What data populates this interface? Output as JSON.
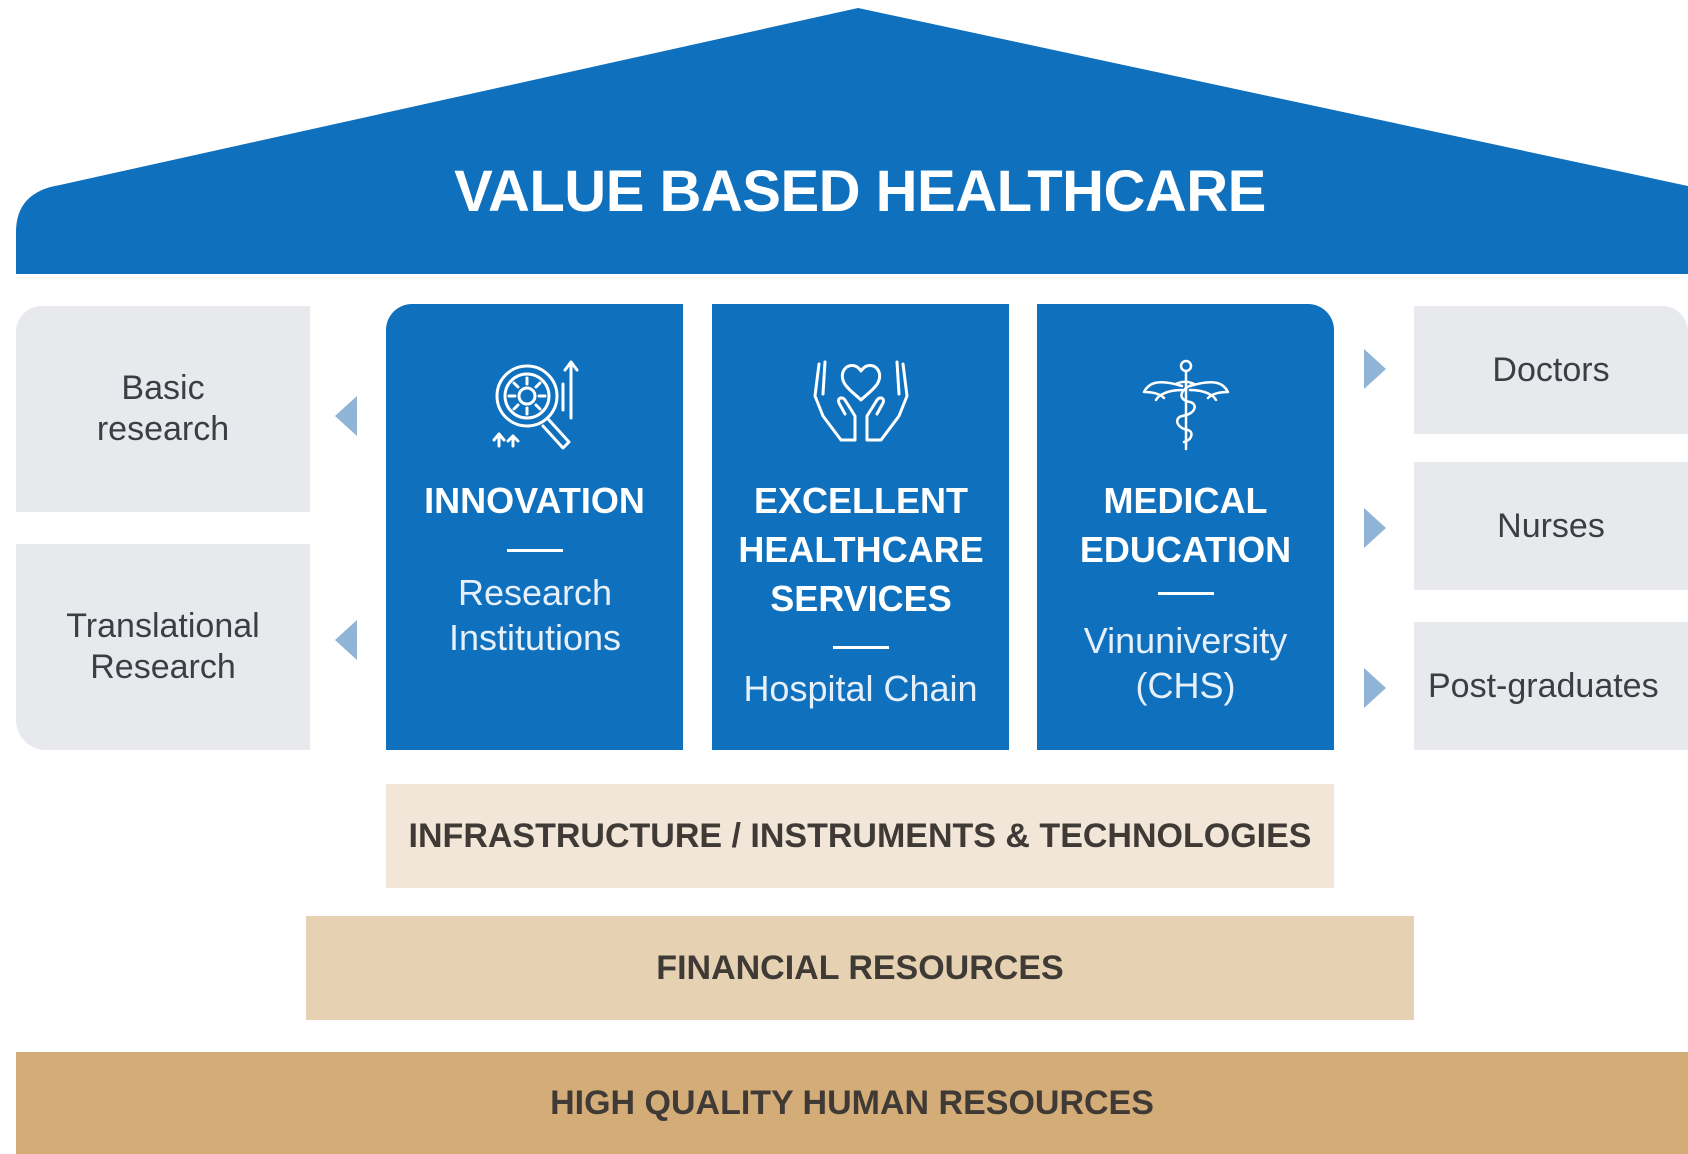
{
  "roof": {
    "title": "VALUE BASED HEALTHCARE"
  },
  "left_items": [
    {
      "label": "Basic research"
    },
    {
      "label": "Translational Research"
    }
  ],
  "pillars": [
    {
      "icon": "gear-magnifier-icon",
      "title": "INNOVATION",
      "subtitle": "Research Institutions"
    },
    {
      "icon": "heart-hands-icon",
      "title": "EXCELLENT HEALTHCARE SERVICES",
      "subtitle": "Hospital Chain"
    },
    {
      "icon": "caduceus-icon",
      "title": "MEDICAL EDUCATION",
      "subtitle": "Vinuniversity (CHS)"
    }
  ],
  "right_items": [
    {
      "label": "Doctors"
    },
    {
      "label": "Nurses"
    },
    {
      "label": "Post-graduates"
    }
  ],
  "foundations": [
    {
      "label": "INFRASTRUCTURE / INSTRUMENTS & TECHNOLOGIES"
    },
    {
      "label": "FINANCIAL RESOURCES"
    },
    {
      "label": "HIGH QUALITY HUMAN RESOURCES"
    }
  ],
  "colors": {
    "pillar_blue": "#0f70bd",
    "side_gray": "#e8e9ec",
    "arrow_blue": "#8fb4d6",
    "band_light": "#f2e6d8",
    "band_mid": "#e6d2b2",
    "band_dark": "#d3ac78"
  }
}
